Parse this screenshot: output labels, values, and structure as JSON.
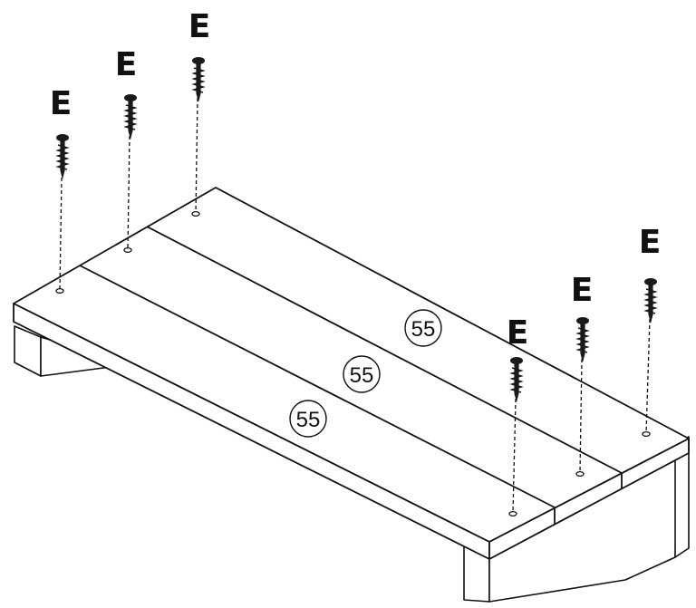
{
  "colors": {
    "line": "#111111",
    "fill": "#ffffff",
    "screw": "#1a1a1a"
  },
  "screws": [
    {
      "label": "E"
    },
    {
      "label": "E"
    },
    {
      "label": "E"
    },
    {
      "label": "E"
    },
    {
      "label": "E"
    },
    {
      "label": "E"
    }
  ],
  "boards": [
    {
      "part_number": "55"
    },
    {
      "part_number": "55"
    },
    {
      "part_number": "55"
    }
  ]
}
